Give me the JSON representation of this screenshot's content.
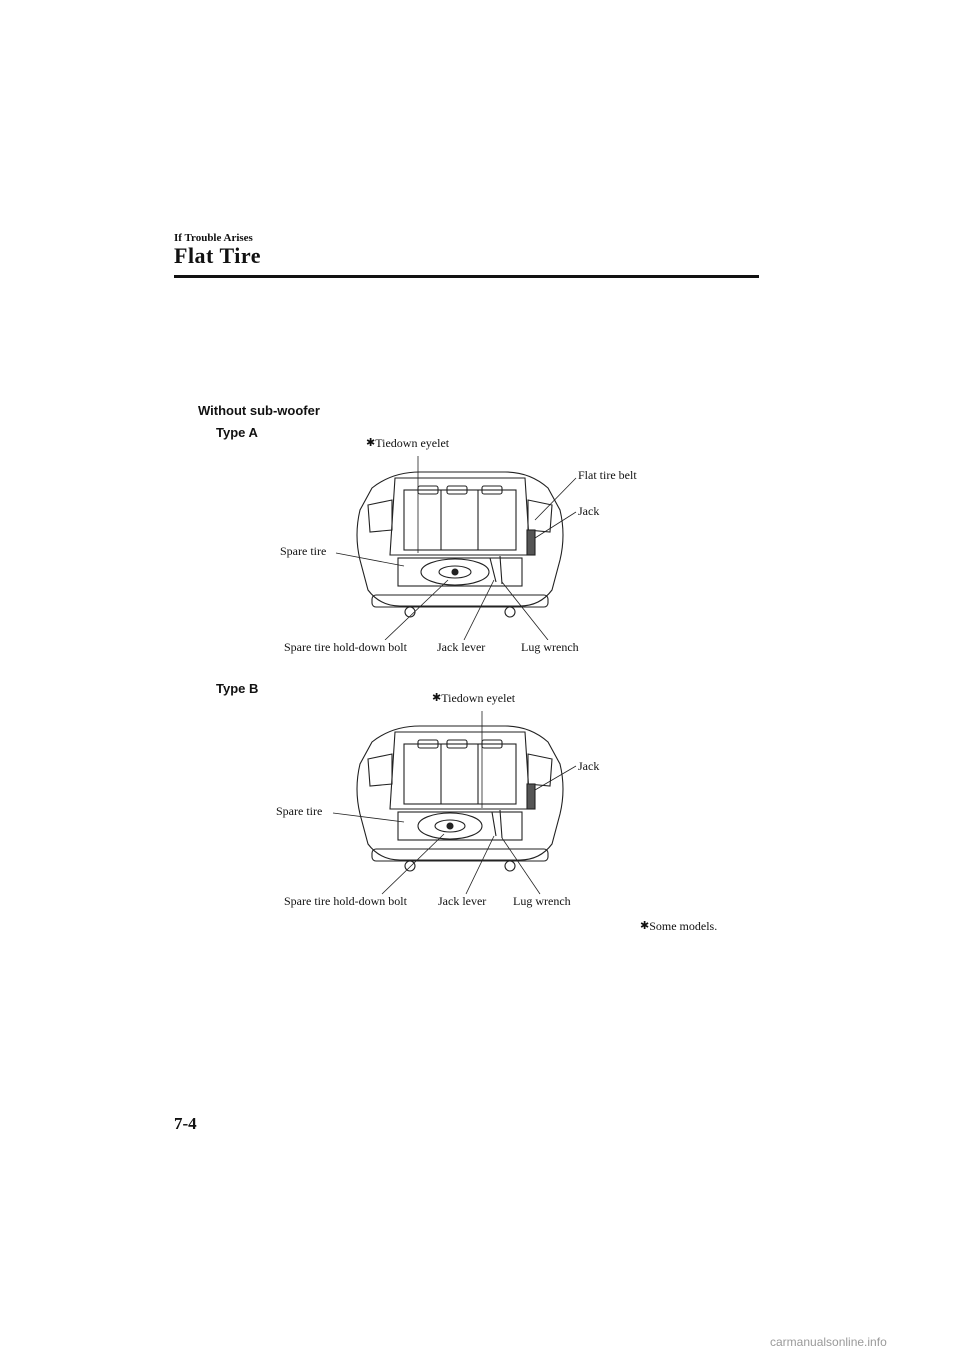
{
  "header": {
    "section": "If Trouble Arises",
    "title": "Flat Tire"
  },
  "subheading": "Without sub-woofer",
  "typeA": {
    "heading": "Type A",
    "labels": {
      "tiedown": "Tiedown eyelet",
      "flat_belt": "Flat tire belt",
      "jack": "Jack",
      "spare_tire": "Spare tire",
      "hold_down": "Spare tire hold-down bolt",
      "jack_lever": "Jack lever",
      "lug_wrench": "Lug wrench"
    }
  },
  "typeB": {
    "heading": "Type B",
    "labels": {
      "tiedown": "Tiedown eyelet",
      "jack": "Jack",
      "spare_tire": "Spare tire",
      "hold_down": "Spare tire hold-down bolt",
      "jack_lever": "Jack lever",
      "lug_wrench": "Lug wrench"
    }
  },
  "footnote": "Some models.",
  "star_symbol": "✱",
  "page_number": "7-4",
  "watermark": "carmanualsonline.info"
}
